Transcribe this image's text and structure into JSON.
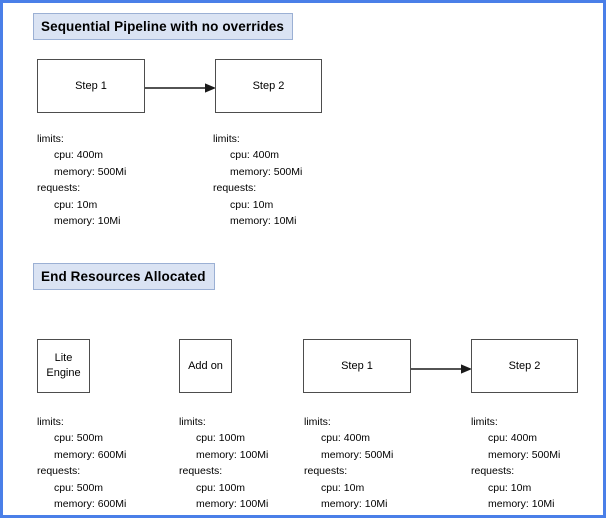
{
  "page": {
    "border_color": "#4a7fe8",
    "background": "#ffffff",
    "header_fill": "#dae3f3",
    "header_border": "#9bb0d4",
    "box_border": "#4d4d4d"
  },
  "sections": [
    {
      "id": "sequential-pipeline",
      "header": "Sequential Pipeline with no overrides",
      "nodes": [
        {
          "id": "top-step-1",
          "label": "Step 1"
        },
        {
          "id": "top-step-2",
          "label": "Step 2"
        }
      ],
      "arrows": [
        {
          "id": "top-arrow-step1-step2",
          "from": "Step 1",
          "to": "Step 2"
        }
      ],
      "resources": [
        {
          "id": "top-step-1-resources",
          "for": "Step 1",
          "limits_label": "limits:",
          "limits_cpu": "cpu: 400m",
          "limits_memory": "memory: 500Mi",
          "requests_label": "requests:",
          "requests_cpu": "cpu: 10m",
          "requests_memory": "memory: 10Mi"
        },
        {
          "id": "top-step-2-resources",
          "for": "Step 2",
          "limits_label": "limits:",
          "limits_cpu": "cpu: 400m",
          "limits_memory": "memory: 500Mi",
          "requests_label": "requests:",
          "requests_cpu": "cpu: 10m",
          "requests_memory": "memory: 10Mi"
        }
      ]
    },
    {
      "id": "end-resources-allocated",
      "header": "End Resources Allocated",
      "nodes": [
        {
          "id": "bottom-lite-engine",
          "label": "Lite\nEngine"
        },
        {
          "id": "bottom-add-on",
          "label": "Add on"
        },
        {
          "id": "bottom-step-1",
          "label": "Step 1"
        },
        {
          "id": "bottom-step-2",
          "label": "Step 2"
        }
      ],
      "arrows": [
        {
          "id": "bottom-arrow-step1-step2",
          "from": "Step 1",
          "to": "Step 2"
        }
      ],
      "resources": [
        {
          "id": "bottom-lite-engine-resources",
          "for": "Lite Engine",
          "limits_label": "limits:",
          "limits_cpu": "cpu: 500m",
          "limits_memory": "memory: 600Mi",
          "requests_label": "requests:",
          "requests_cpu": "cpu: 500m",
          "requests_memory": "memory: 600Mi"
        },
        {
          "id": "bottom-add-on-resources",
          "for": "Add on",
          "limits_label": "limits:",
          "limits_cpu": "cpu: 100m",
          "limits_memory": "memory: 100Mi",
          "requests_label": "requests:",
          "requests_cpu": "cpu: 100m",
          "requests_memory": "memory: 100Mi"
        },
        {
          "id": "bottom-step-1-resources",
          "for": "Step 1",
          "limits_label": "limits:",
          "limits_cpu": "cpu: 400m",
          "limits_memory": "memory: 500Mi",
          "requests_label": "requests:",
          "requests_cpu": "cpu: 10m",
          "requests_memory": "memory: 10Mi"
        },
        {
          "id": "bottom-step-2-resources",
          "for": "Step 2",
          "limits_label": "limits:",
          "limits_cpu": "cpu: 400m",
          "limits_memory": "memory: 500Mi",
          "requests_label": "requests:",
          "requests_cpu": "cpu: 10m",
          "requests_memory": "memory: 10Mi"
        }
      ]
    }
  ]
}
